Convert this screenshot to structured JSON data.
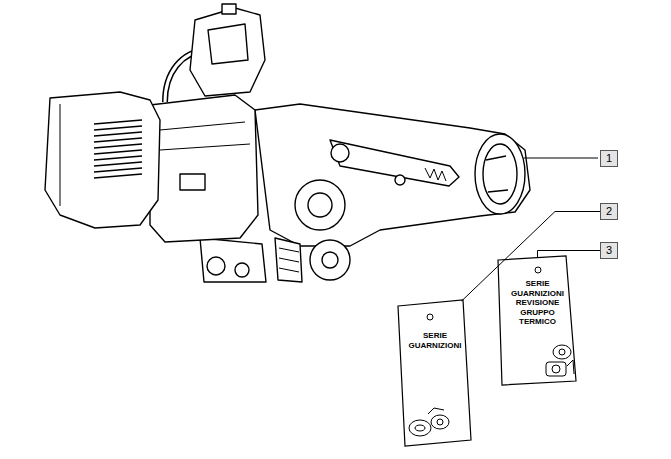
{
  "diagram": {
    "nodes": [
      {
        "text": [
          "1"
        ]
      },
      {
        "text": [
          "2"
        ]
      },
      {
        "text": [
          "3"
        ]
      },
      {
        "text": [
          "SERIE GUARNIZIONI"
        ]
      },
      {
        "text": [
          "SERIE GUARNIZIONI REVISIONE GRUPPO TERMICO"
        ]
      }
    ],
    "edges": [
      {
        "from": 1,
        "to": 3,
        "arrow": "none"
      },
      {
        "from": 2,
        "to": 4,
        "arrow": "none"
      }
    ]
  }
}
